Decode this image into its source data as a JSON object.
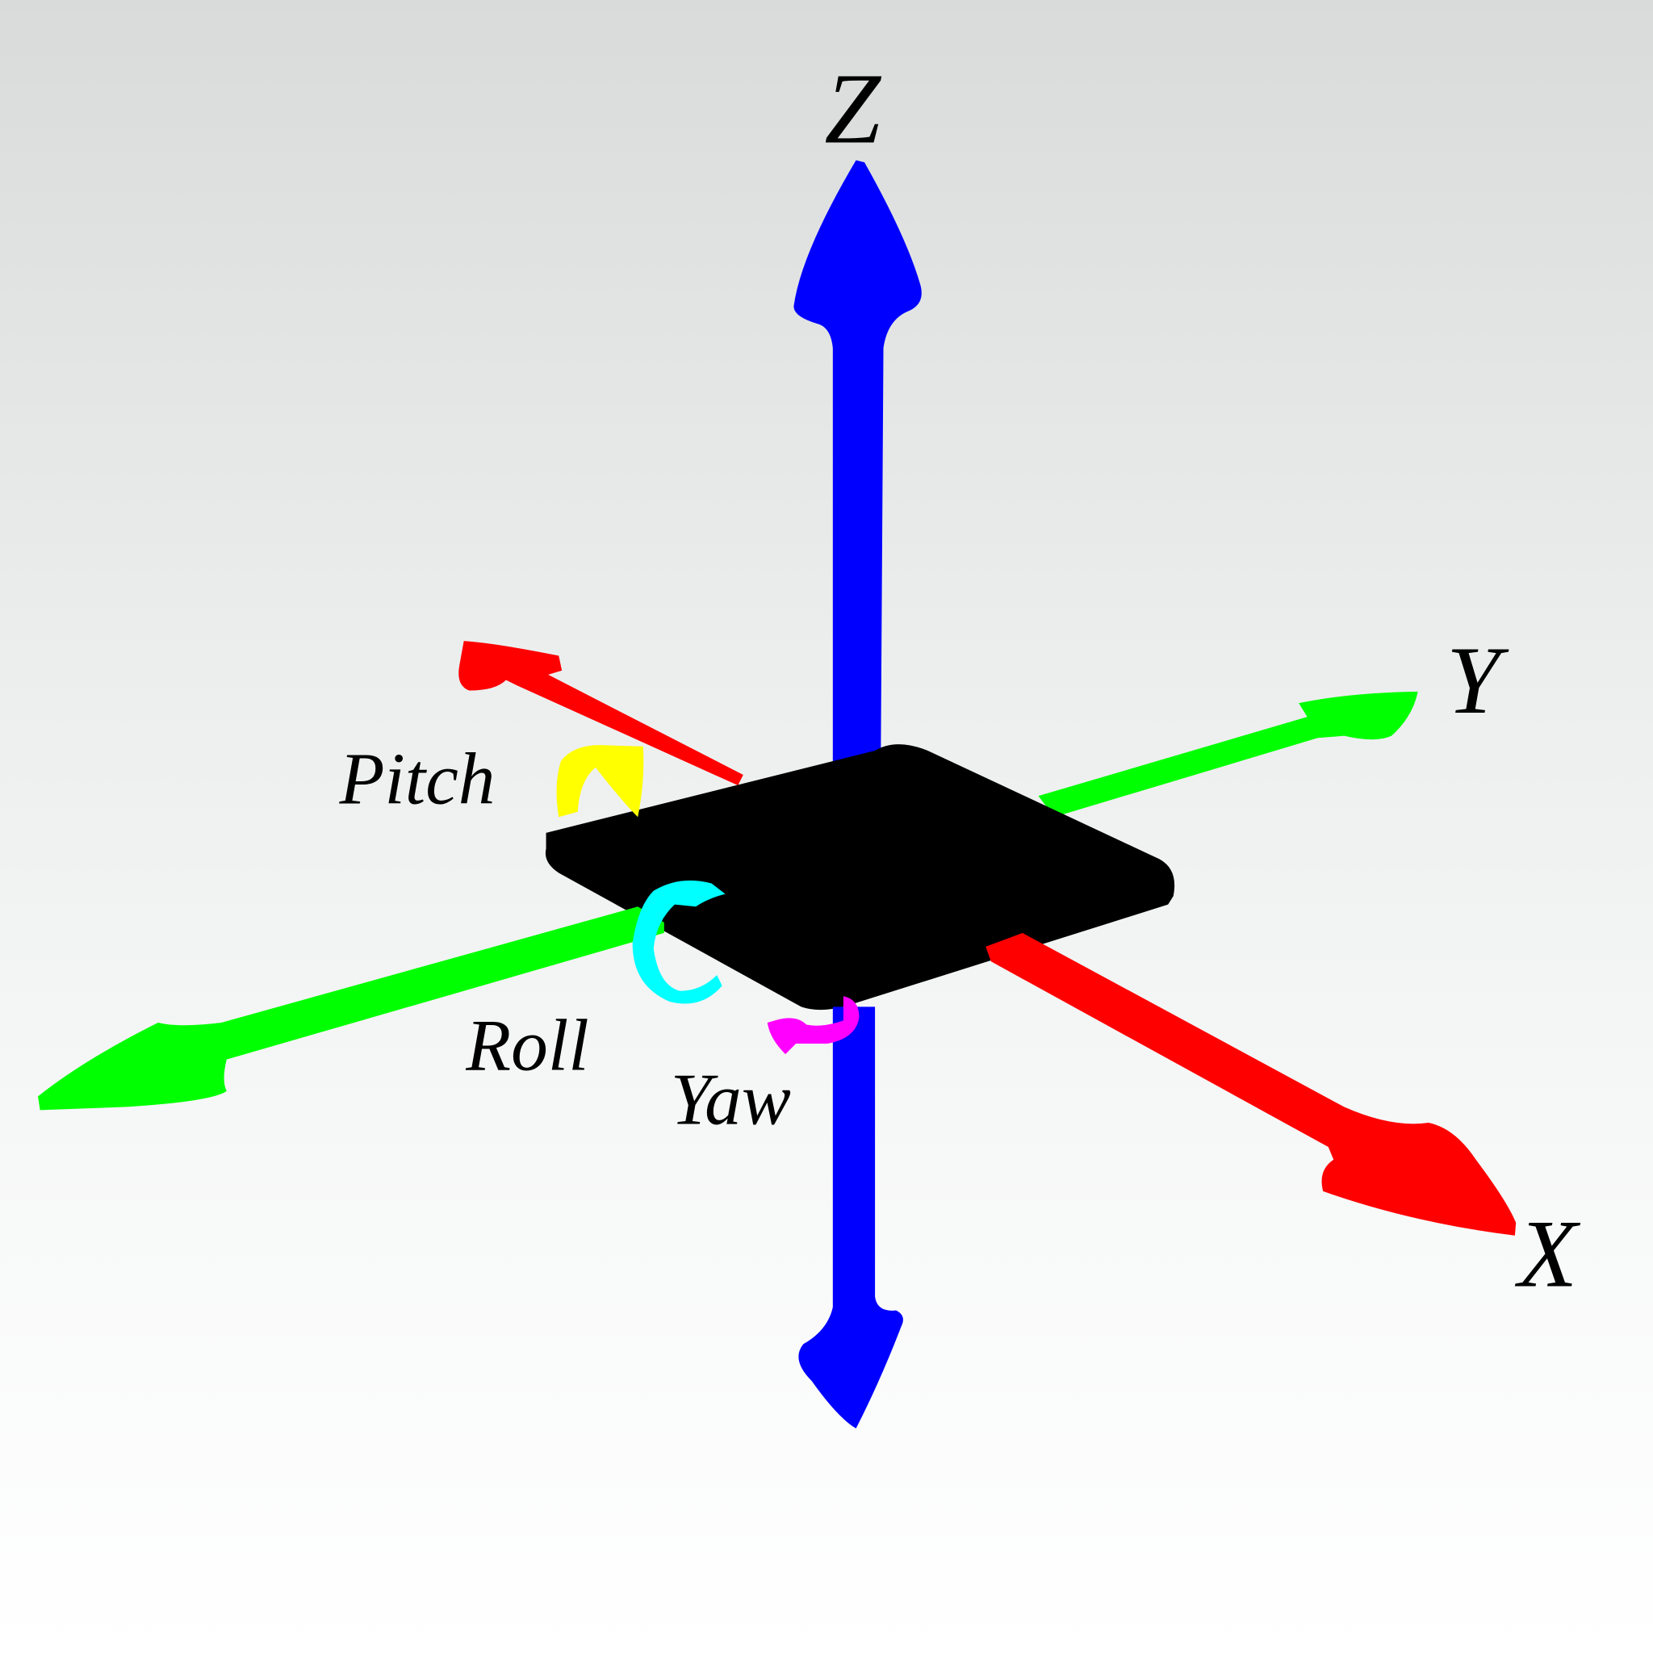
{
  "diagram": {
    "type": "3d-axes-rotation",
    "axes": [
      {
        "name": "x-axis",
        "label": "X",
        "color": "#ff0000"
      },
      {
        "name": "y-axis",
        "label": "Y",
        "color": "#00ff00"
      },
      {
        "name": "z-axis",
        "label": "Z",
        "color": "#0000ff"
      }
    ],
    "rotations": [
      {
        "name": "pitch",
        "label": "Pitch",
        "color": "#ffff00"
      },
      {
        "name": "roll",
        "label": "Roll",
        "color": "#00ffff"
      },
      {
        "name": "yaw",
        "label": "Yaw",
        "color": "#ff00ff"
      }
    ],
    "body_color": "#000000"
  }
}
